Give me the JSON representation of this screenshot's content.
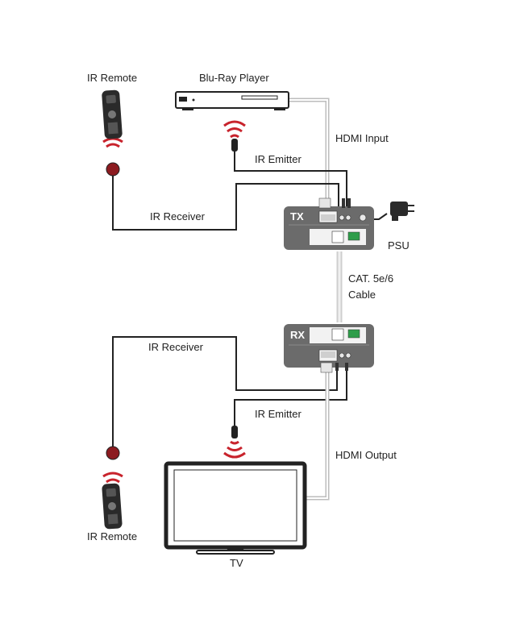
{
  "labels": {
    "ir_remote_top": "IR Remote",
    "bluray_player": "Blu-Ray Player",
    "hdmi_input": "HDMI Input",
    "ir_emitter_top": "IR Emitter",
    "ir_receiver_top": "IR Receiver",
    "tx": "TX",
    "psu": "PSU",
    "cat_cable_line1": "CAT. 5e/6",
    "cat_cable_line2": "Cable",
    "rx": "RX",
    "ir_receiver_bottom": "IR Receiver",
    "ir_emitter_bottom": "IR Emitter",
    "hdmi_output": "HDMI Output",
    "ir_remote_bottom": "IR Remote",
    "tv": "TV"
  },
  "colors": {
    "cable": "#222222",
    "cat_cable": "#cfcfcf",
    "box": "#6b6b6b",
    "ir_wave": "#c8232c",
    "remote_body": "#2a2a2a"
  }
}
